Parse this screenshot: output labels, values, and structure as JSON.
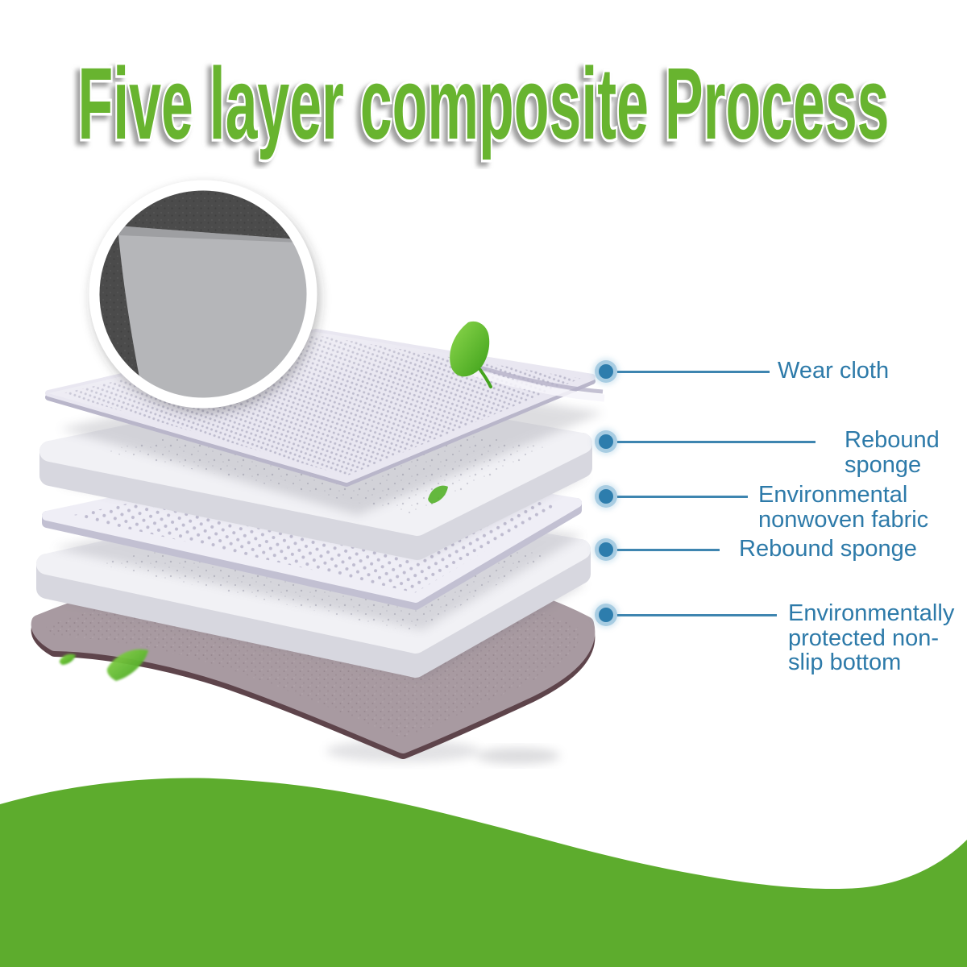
{
  "page": {
    "title": "Five layer composite Process"
  },
  "colors": {
    "title-green": "#68b42f",
    "wave-green": "#5dac2d",
    "label-blue": "#2d7aa9",
    "line-blue": "#3e85b0",
    "dot-blue": "#2d7dad"
  },
  "callouts": [
    {
      "id": "wear-cloth",
      "label": "Wear cloth"
    },
    {
      "id": "rebound-sponge-top",
      "label": "Rebound\nsponge"
    },
    {
      "id": "nonwoven-fabric",
      "label": "Environmental\nnonwoven fabric"
    },
    {
      "id": "rebound-sponge-bottom",
      "label": "Rebound sponge"
    },
    {
      "id": "non-slip-bottom",
      "label": "Environmentally\nprotected non-\nslip bottom"
    }
  ]
}
